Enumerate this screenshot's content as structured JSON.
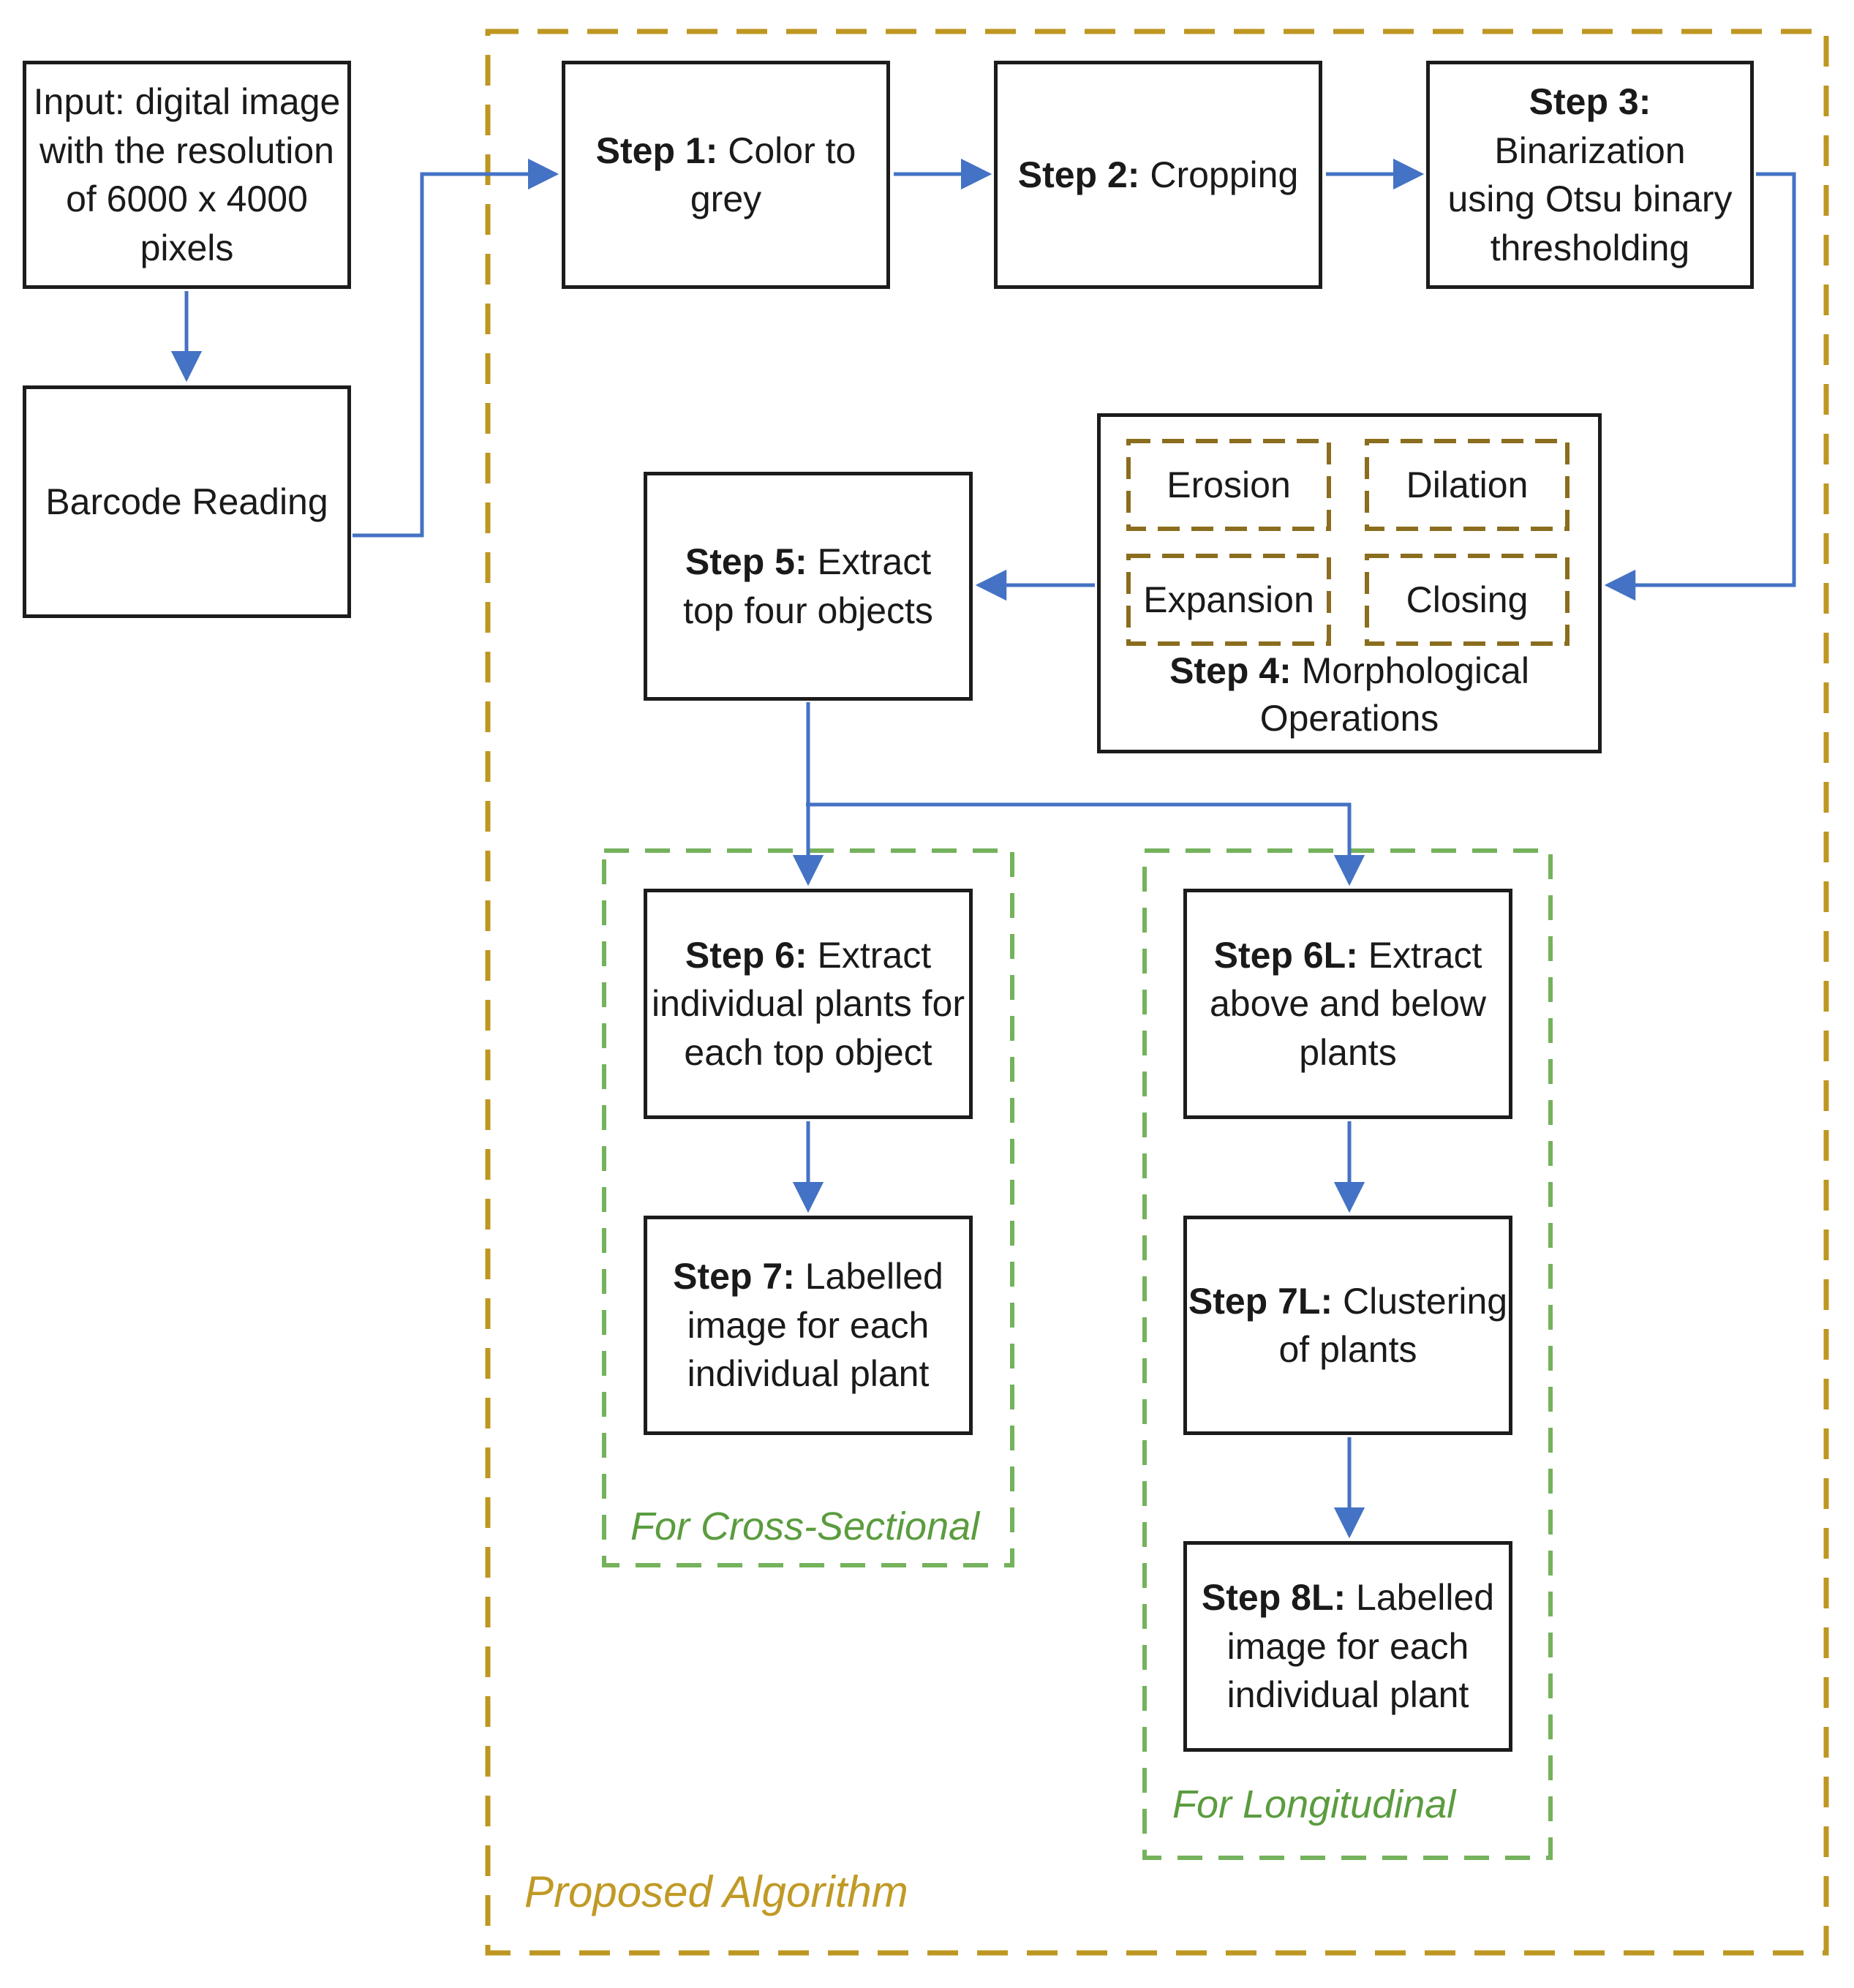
{
  "flowchart": {
    "title_context": "Proposed image-processing algorithm flowchart",
    "nodes": {
      "input": {
        "text": "Input: digital image\nwith the resolution\nof 6000 x 4000\npixels"
      },
      "barcode": {
        "text": "Barcode Reading"
      },
      "step1": {
        "prefix": "Step 1:",
        "rest": " Color to\ngrey"
      },
      "step2": {
        "prefix": "Step 2:",
        "rest": " Cropping"
      },
      "step3": {
        "prefix": "Step 3:",
        "rest": " Binarization\nusing Otsu binary\nthresholding"
      },
      "step4": {
        "prefix": "Step 4:",
        "rest": " Morphological\nOperations",
        "operations": [
          "Erosion",
          "Dilation",
          "Expansion",
          "Closing"
        ]
      },
      "step5": {
        "prefix": "Step 5:",
        "rest": " Extract\ntop four objects"
      },
      "step6": {
        "prefix": "Step 6:",
        "rest": " Extract\nindividual plants for\neach top object"
      },
      "step7": {
        "prefix": "Step 7:",
        "rest": " Labelled\nimage for each\nindividual plant"
      },
      "step6l": {
        "prefix": "Step 6L:",
        "rest": " Extract\nabove and below\nplants"
      },
      "step7l": {
        "prefix": "Step 7L:",
        "rest": " Clustering\nof plants"
      },
      "step8l": {
        "prefix": "Step 8L:",
        "rest": " Labelled\nimage for each\nindividual plant"
      }
    },
    "labels": {
      "cross_sectional": "For Cross-Sectional",
      "longitudinal": "For Longitudinal",
      "proposed_algorithm": "Proposed Algorithm"
    },
    "colors": {
      "arrow_blue": "#4472C4",
      "outer_dashed_gold": "#BE9722",
      "inner_dashed_olive": "#8A6D1E",
      "branch_dashed_green": "#74B25C",
      "green_label_text": "#5B9C3F",
      "gold_label_text": "#C09A26",
      "box_border_black": "#1C1C1C"
    }
  }
}
